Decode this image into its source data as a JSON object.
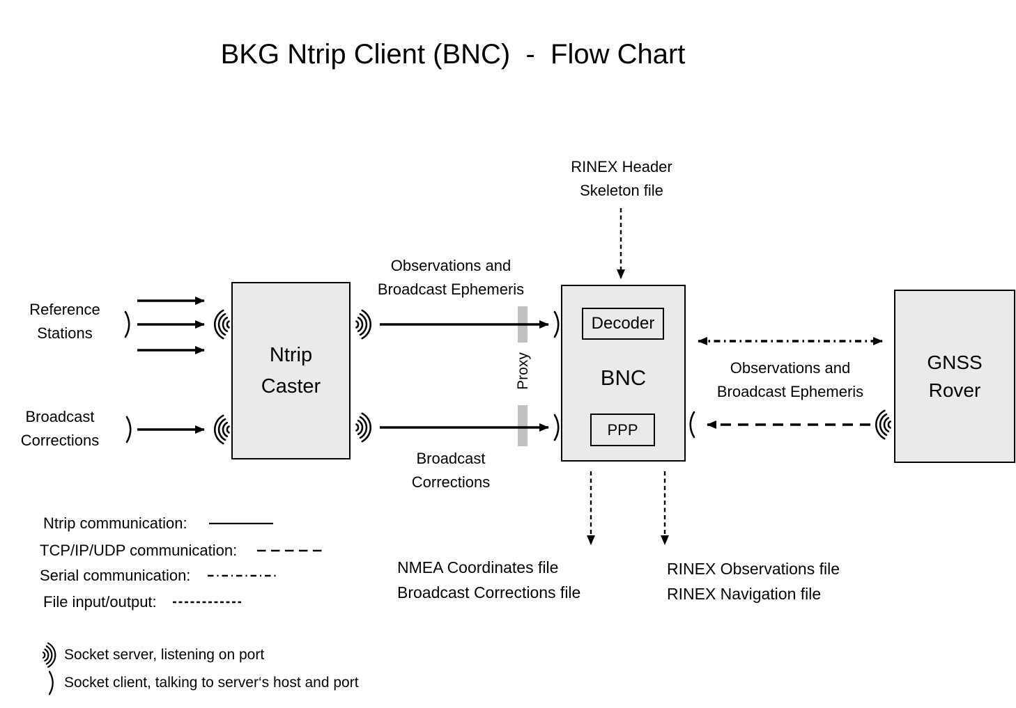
{
  "title": "BKG Ntrip Client (BNC)  -  Flow Chart",
  "nodes": {
    "ntrip_caster": {
      "line1": "Ntrip",
      "line2": "Caster"
    },
    "bnc": {
      "label": "BNC",
      "decoder": "Decoder",
      "ppp": "PPP"
    },
    "gnss_rover": {
      "line1": "GNSS",
      "line2": "Rover"
    }
  },
  "labels": {
    "reference_stations": [
      "Reference",
      "Stations"
    ],
    "broadcast_corrections_input": [
      "Broadcast",
      "Corrections"
    ],
    "obs_ephemeris_caster_bnc": [
      "Observations and",
      "Broadcast Ephemeris"
    ],
    "broadcast_corrections_caster_bnc": [
      "Broadcast",
      "Corrections"
    ],
    "rinex_header_skeleton": [
      "RINEX Header",
      "Skeleton file"
    ],
    "obs_ephemeris_bnc_rover": [
      "Observations and",
      "Broadcast Ephemeris"
    ],
    "proxy": "Proxy",
    "nmea_output": [
      "NMEA Coordinates file",
      "Broadcast Corrections file"
    ],
    "rinex_output": [
      "RINEX Observations file",
      "RINEX Navigation file"
    ]
  },
  "legend": {
    "items": [
      {
        "label": "Ntrip communication:",
        "style": "solid"
      },
      {
        "label": "TCP/IP/UDP communication:",
        "style": "dashed"
      },
      {
        "label": "Serial communication:",
        "style": "dash-dot"
      },
      {
        "label": "File input/output:",
        "style": "dotted"
      }
    ],
    "socket_server_label": "Socket server, listening on port",
    "socket_client_label": "Socket client, talking to server‘s host and port"
  },
  "connections": [
    {
      "from": "Reference Stations",
      "to": "Ntrip Caster",
      "style": "solid",
      "type": "Ntrip communication"
    },
    {
      "from": "Broadcast Corrections",
      "to": "Ntrip Caster",
      "style": "solid",
      "type": "Ntrip communication"
    },
    {
      "from": "Ntrip Caster",
      "to": "BNC",
      "label": "Observations and Broadcast Ephemeris",
      "style": "solid",
      "via": "Proxy"
    },
    {
      "from": "Ntrip Caster",
      "to": "BNC",
      "label": "Broadcast Corrections",
      "style": "solid",
      "via": "Proxy"
    },
    {
      "from": "RINEX Header Skeleton file",
      "to": "BNC",
      "style": "dotted",
      "type": "File input/output"
    },
    {
      "from": "BNC",
      "to": "GNSS Rover",
      "label": "Observations and Broadcast Ephemeris",
      "style": "dash-dot",
      "type": "Serial communication",
      "direction": "both"
    },
    {
      "from": "GNSS Rover",
      "to": "BNC",
      "style": "dashed",
      "type": "TCP/IP/UDP communication"
    },
    {
      "from": "BNC",
      "to": "NMEA Coordinates file / Broadcast Corrections file",
      "style": "dotted",
      "type": "File input/output"
    },
    {
      "from": "BNC",
      "to": "RINEX Observations file / RINEX Navigation file",
      "style": "dotted",
      "type": "File input/output"
    }
  ],
  "colors": {
    "background": "#ffffff",
    "box_fill": "#eaeaea",
    "box_border": "#000000",
    "proxy_bar": "#c1c1c1",
    "line": "#000000",
    "text": "#000000"
  }
}
